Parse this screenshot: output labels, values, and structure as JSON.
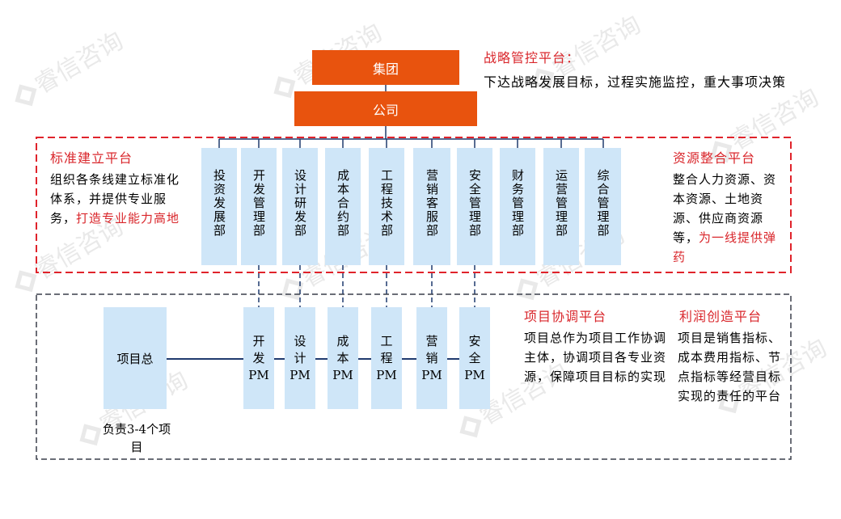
{
  "watermark": "睿信咨询",
  "top": {
    "group_label": "集团",
    "company_label": "公司",
    "strategy_title": "战略管控平台：",
    "strategy_desc": "下达战略发展目标，过程实施监控，重大事项决策"
  },
  "standard_platform": {
    "title": "标准建立平台",
    "desc_black": "组织各条线建立标准化体系，并提供专业服务，",
    "desc_red": "打造专业能力高地"
  },
  "resource_platform": {
    "title": "资源整合平台",
    "desc_black": "整合人力资源、资本资源、土地资源、供应商资源等，",
    "desc_red": "为一线提供弹药"
  },
  "departments": [
    {
      "label": "投资发展部"
    },
    {
      "label": "开发管理部"
    },
    {
      "label": "设计研发部"
    },
    {
      "label": "成本合约部"
    },
    {
      "label": "工程技术部"
    },
    {
      "label": "营销客服部"
    },
    {
      "label": "安全管理部"
    },
    {
      "label": "财务管理部"
    },
    {
      "label": "运营管理部"
    },
    {
      "label": "综合管理部"
    }
  ],
  "project": {
    "lead_label": "项目总",
    "lead_note": "负责3-4个项目",
    "pms": [
      {
        "line1": "开",
        "line2": "发",
        "line3": "PM"
      },
      {
        "line1": "设",
        "line2": "计",
        "line3": "PM"
      },
      {
        "line1": "成",
        "line2": "本",
        "line3": "PM"
      },
      {
        "line1": "工",
        "line2": "程",
        "line3": "PM"
      },
      {
        "line1": "营",
        "line2": "销",
        "line3": "PM"
      },
      {
        "line1": "安",
        "line2": "全",
        "line3": "PM"
      }
    ]
  },
  "coordination_platform": {
    "title": "项目协调平台",
    "desc": "项目总作为项目工作协调主体，协调项目各专业资源，保障项目目标的实现"
  },
  "profit_platform": {
    "title": "利润创造平台",
    "desc": "项目是销售指标、成本费用指标、节点指标等经营目标实现的责任的平台"
  },
  "colors": {
    "orange": "#e8530e",
    "red": "#d9262b",
    "light_blue": "#cfe6f8",
    "navy": "#1f3a6e"
  }
}
